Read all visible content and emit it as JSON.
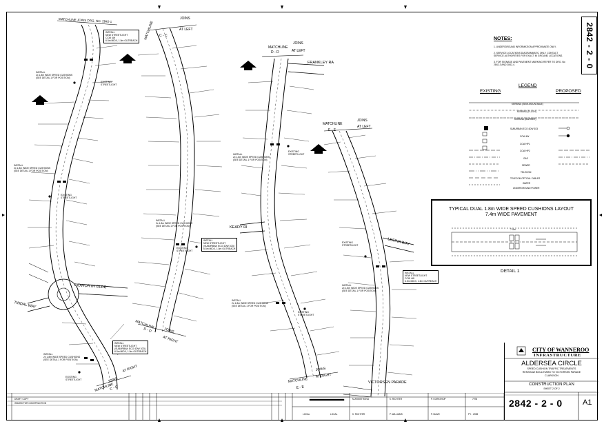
{
  "drawing_number": "2842 - 2 - 0",
  "matchlines": {
    "ml1": "MATCHLINE   JOINS   DRG. NO. 2842-1",
    "ml2_a": "MATCHLINE",
    "ml2_b": "JOINS",
    "ml2_c": "C - C",
    "ml2_d": "AT LEFT",
    "ml3_a": "MATCHLINE",
    "ml3_b": "JOINS",
    "ml3_c": "D - D",
    "ml3_d": "AT LEFT",
    "ml4_a": "MATCHLINE",
    "ml4_b": "JOINS",
    "ml4_c": "E - E",
    "ml4_d": "AT LEFT",
    "ml5_a": "MATCHLINE",
    "ml5_b": "JOINS",
    "ml5_c": "C - C",
    "ml5_d": "AT RIGHT",
    "ml6_a": "MATCHLINE",
    "ml6_b": "JOINS",
    "ml6_c": "D - D",
    "ml6_d": "AT RIGHT",
    "ml7_a": "MATCHLINE",
    "ml7_b": "JOINS",
    "ml7_c": "E - E",
    "ml7_d": "AT RIGHT"
  },
  "roads": {
    "tindal": "TINDAL   WAY",
    "pidworth": "PIDWORTH   GLDE",
    "keady": "KEADY   RI",
    "frankley": "FRANKLEY   RA",
    "lesina": "LESINA   WAY",
    "victorsen": "VICTORSEN   PARADE"
  },
  "annotations": {
    "install_streetlight": "INSTALL\nNEW STREETLIGHT\nCCW 4W\n6.5m MIDX, 1.5m OUTREACH",
    "install_cushions": "INSTALL\n2x 1.8m WIDE SPEED CUSHIONS\n(SEE DETAIL 1 FOR POSITION)",
    "existing_streetlight": "EXISTING\nSTREETLIGHT",
    "install_streetlight_2": "INSTALL\nNEW STREETLIGHT\nCCW 4W\n6.5m MIDX, 1.5m OUTREACH",
    "install_cushions_2": "INSTALL\n2x 1.8m WIDE SPEED CUSHIONS\n(SEE DETAIL 1 FOR POSITION)",
    "install_streetlight_3": "INSTALL\nNEW STREETLIGHT\n(SUBURBAN ECO 4DW 3C5)\n6.5m MIDX, 1.5m OUTREACH"
  },
  "notes": {
    "title": "NOTES:",
    "items": [
      "1.   UNDERGROUND INFORMATION APPROXIMATE ONLY.",
      "2.   SERVICE LOCATIONS DIAGRAMMATIC ONLY. CONTACT SERVICE AUTHORITIES FOR EXACT IN GROUND LOCATIONS.",
      "3.   FOR SIGNAGE AND PAVEMENT MARKING REFER TO DRG. No 2842-3 AND 2842-4."
    ]
  },
  "legend": {
    "title": "LEGEND",
    "existing": "EXISTING",
    "proposed": "PROPOSED",
    "items": [
      "KERBING (SEMI-MOUNTABLE)",
      "KERBING (FLUSH)",
      "KERBING (BARRIER)",
      "SUBURBAN ECO 4DW 3C5",
      "CCW 4W",
      "CCW HP1",
      "CCW HP2",
      "GAS",
      "SEWER",
      "TELECOM",
      "TELECOM OPTICAL CABLES",
      "WATER",
      "UNDERGROUND POWER"
    ]
  },
  "detail": {
    "title_line1": "TYPICAL DUAL 1.8m WIDE SPEED CUSHIONS LAYOUT",
    "title_line2": "7.4m WIDE PAVEMENT",
    "caption": "DETAIL  1",
    "dim": "7.4m"
  },
  "title_block": {
    "city": "CITY OF WANNEROO",
    "dept": "INFRASTRUCTURE",
    "project": "ALDERSEA CIRCLE",
    "sub1": "SPEED CUSHION TRAFFIC TREATMENTS",
    "sub2": "RENSHAW BOULEVARD TO VICTORSEN PARADE",
    "sub3": "CLARKSON",
    "plan": "CONSTRUCTION PLAN",
    "sheet": "SHEET 2 OF 2",
    "drawing_no": "2842 - 2 - 0",
    "size": "A1"
  },
  "revisions": {
    "rev1": "DRAFT COPY",
    "rev2": "ISSUED FOR CONSTRUCTION"
  },
  "signoff": {
    "surveyed": "M.ARMSTRONG",
    "designed": "K. RICHTER",
    "drawn": "K. RICHTER",
    "checked": "P. WILLIAMS",
    "approved1": "P. KORKSHOP",
    "approved2": "P. BLAIR",
    "file": "7978",
    "project_no": "PY - 2398",
    "local1": "LOCAL",
    "local2": "LOCAL"
  }
}
